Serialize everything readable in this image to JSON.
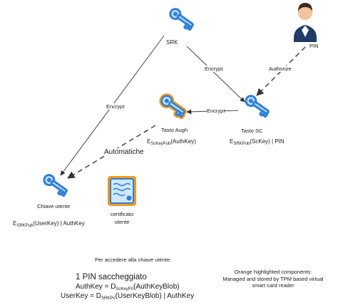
{
  "nodes": {
    "srk": {
      "label": "SRK",
      "icon": "key-icon"
    },
    "tasto_augh": {
      "label": "Tasto Augh",
      "formula_prefix": "E",
      "formula_sub": "ScKeyPub",
      "formula_suffix": "(AuthKey)",
      "icon": "key-icon",
      "highlight_color": "#f29a1f"
    },
    "tasto_sc": {
      "label": "Tasto SC",
      "formula_prefix": "E",
      "formula_sub": "SRKPub",
      "formula_suffix": "(ScKey) | PIN",
      "icon": "key-icon"
    },
    "chiave_utente": {
      "label": "Chiave utente",
      "formula_prefix": "E",
      "formula_sub": "SRKPub",
      "formula_suffix": "(UserKey) | AuthKey",
      "icon": "key-icon"
    },
    "pin_user": {
      "label": "PIN",
      "icon": "user-icon"
    },
    "certificato": {
      "label_line1": "certificato",
      "label_line2": "utente",
      "icon": "certificate-icon"
    }
  },
  "edges": {
    "encrypt_srk_sc": "Encrypt",
    "encrypt_srk_chiave": "Encrypt",
    "encrypt_sc_augh": "Encrypt",
    "authorize": "Authorize",
    "automatiche": "Automatiche"
  },
  "bottom": {
    "intro": "Per accedere alla chiave utente:",
    "pin_line": "1 PIN saccheggiato",
    "authkey_prefix": "AuthKey = D",
    "authkey_sub": "ScKeyPri",
    "authkey_suffix": "(AuthKeyBlob)",
    "userkey_prefix": "UserKey = D",
    "userkey_sub": "SRKPri",
    "userkey_suffix": "(UserKeyBlob) | AuthKey"
  },
  "note": {
    "line1": "Orange highlighted components:",
    "line2": "Managed and stored by TPM based virtual",
    "line3": "smart card reader"
  },
  "colors": {
    "key_blue": "#2f7fd6",
    "key_light": "#bfe0fb",
    "highlight_orange": "#f29a1f",
    "line": "#444444"
  }
}
